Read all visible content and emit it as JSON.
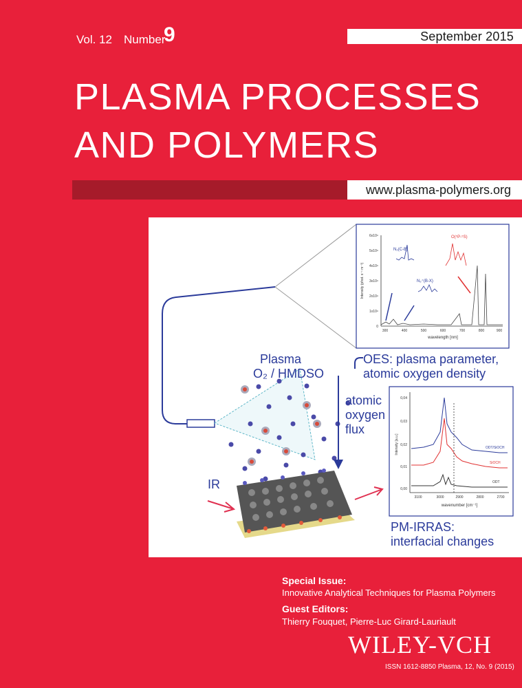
{
  "header": {
    "volume": "Vol. 12",
    "number_label": "Number",
    "number_value": "9",
    "date": "September 2015"
  },
  "title": {
    "line1": "PLASMA PROCESSES",
    "line2": "AND POLYMERS"
  },
  "url": "www.plasma-polymers.org",
  "figure": {
    "plasma_label": "Plasma",
    "plasma_species": "O₂ / HMDSO",
    "oes_label": "OES: plasma parameter,\natomic oxygen density",
    "flux_label": "atomic\noxygen\nflux",
    "ir_label": "IR",
    "pmirras_label": "PM-IRRAS:\ninterfacial changes",
    "oes_inset": {
      "ylabel": "Intensity (phot. s⁻¹ m⁻³)",
      "xlabel": "wavelength [nm]",
      "yticks": [
        "0",
        "1x10⁹",
        "2x10⁹",
        "3x10⁹",
        "4x10⁹",
        "5x10⁹",
        "6x10⁹"
      ],
      "xticks": [
        "300",
        "400",
        "500",
        "600",
        "700",
        "800",
        "900"
      ],
      "annotations": [
        "N₂(C-B)",
        "N₂⁺(B-X)",
        "O(⁵P-⁵S)"
      ]
    },
    "irras_inset": {
      "ylabel": "Intensity [a.u.]",
      "xlabel": "wavenumber [cm⁻¹]",
      "yticks": [
        "0,00",
        "0,01",
        "0,02",
        "0,03",
        "0,04"
      ],
      "xticks": [
        "3100",
        "3000",
        "2900",
        "2800",
        "2700"
      ],
      "series_labels": [
        "ODT/SiOCH",
        "SiOCH",
        "ODT"
      ]
    }
  },
  "special_issue": {
    "heading": "Special Issue:",
    "text": "Innovative Analytical Techniques for Plasma Polymers"
  },
  "guest_editors": {
    "heading": "Guest Editors:",
    "text": "Thierry Fouquet, Pierre-Luc Girard-Lauriault"
  },
  "publisher": "WILEY-VCH",
  "issn": "ISSN 1612-8850 Plasma, 12, No. 9 (2015)",
  "colors": {
    "background": "#e8203a",
    "dark_bar": "#a61b2a",
    "figure_blue": "#2a3a9a",
    "spectrum_red": "#e03030"
  }
}
